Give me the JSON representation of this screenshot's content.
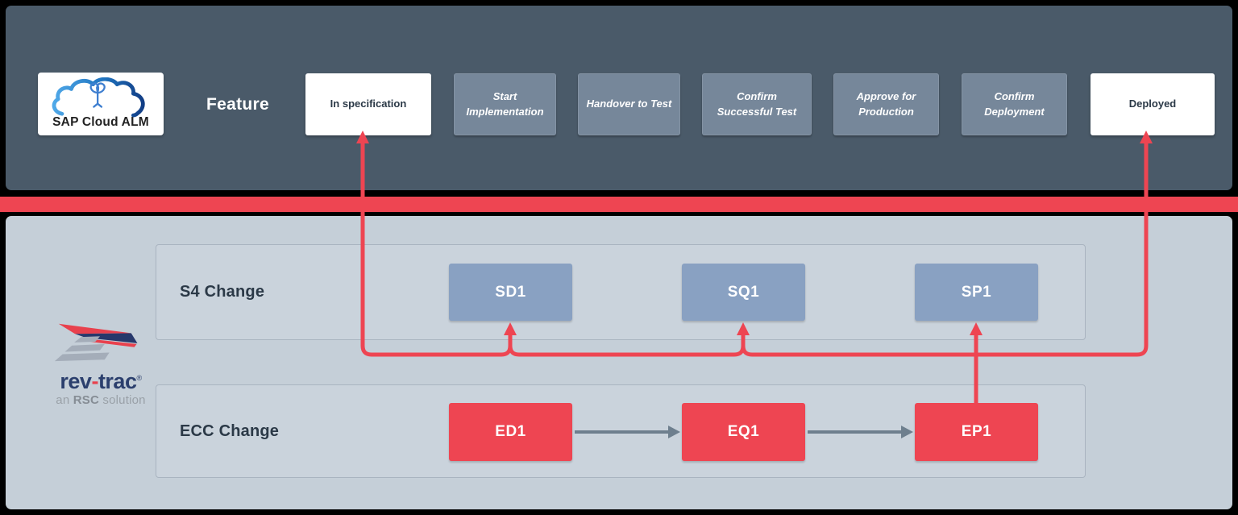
{
  "header": {
    "logo_title": "SAP Cloud ALM",
    "lane_label": "Feature",
    "stages": [
      {
        "label": "In specification",
        "state": "active"
      },
      {
        "label": "Start Implementation",
        "state": "pending"
      },
      {
        "label": "Handover to Test",
        "state": "pending"
      },
      {
        "label": "Confirm Successful Test",
        "state": "pending"
      },
      {
        "label": "Approve for Production",
        "state": "pending"
      },
      {
        "label": "Confirm Deployment",
        "state": "pending"
      },
      {
        "label": "Deployed",
        "state": "active"
      }
    ]
  },
  "revtrac": {
    "brand_left": "rev",
    "brand_dash": "-",
    "brand_right": "trac",
    "registered": "®",
    "tagline_prefix": "an ",
    "tagline_brand": "RSC",
    "tagline_suffix": " solution"
  },
  "lanes": [
    {
      "label": "S4 Change",
      "nodes": [
        "SD1",
        "SQ1",
        "SP1"
      ]
    },
    {
      "label": "ECC Change",
      "nodes": [
        "ED1",
        "EQ1",
        "EP1"
      ]
    }
  ],
  "colors": {
    "accent_red": "#ee4552",
    "panel_dark": "#4a5a69",
    "panel_light": "#c5cfd8",
    "node_blue": "#89a1c2",
    "stage_gray": "#76879a",
    "arrow_gray": "#6e7f8e",
    "brand_navy": "#2b3f6d"
  }
}
